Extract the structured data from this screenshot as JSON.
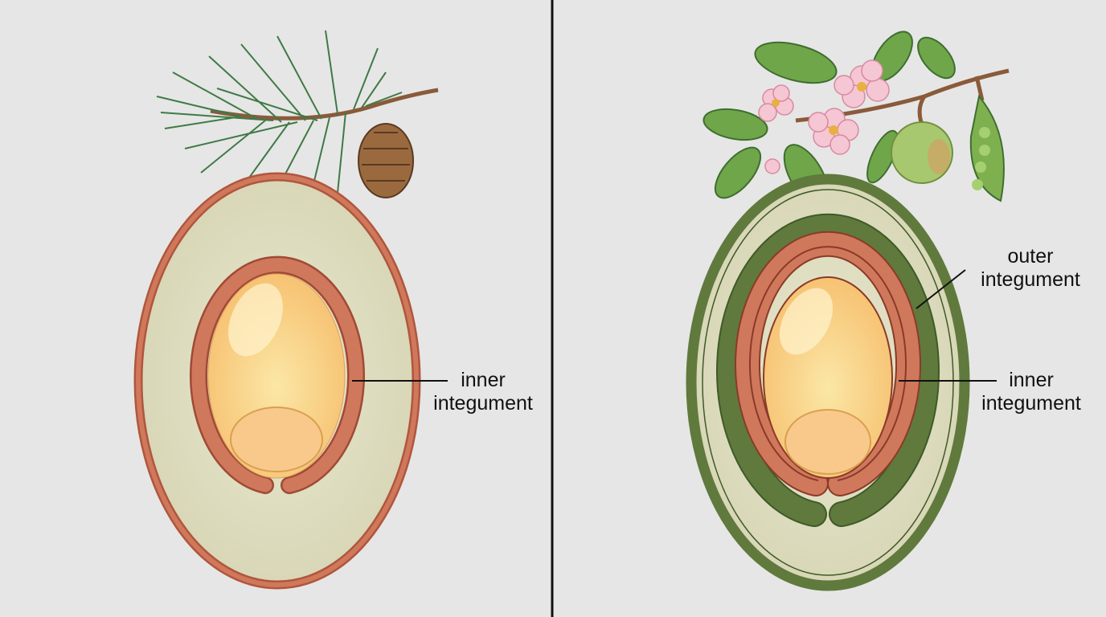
{
  "left_panel": {
    "labels": {
      "inner_line1": "inner",
      "inner_line2": "integument"
    }
  },
  "right_panel": {
    "labels": {
      "outer_line1": "outer",
      "outer_line2": "integument",
      "inner_line1": "inner",
      "inner_line2": "integument"
    }
  },
  "colors": {
    "background": "#e6e6e6",
    "integument_red": "#d0785c",
    "integument_green": "#5f7a3c",
    "nucellus": "#f8d58a",
    "tissue": "#dcdcc0"
  }
}
